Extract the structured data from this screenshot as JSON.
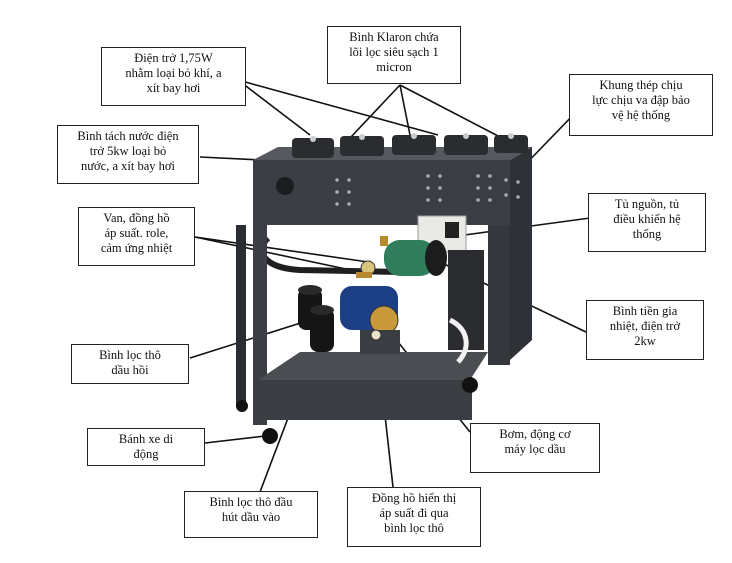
{
  "labels": {
    "resistor": "Điện trở 1,75W\nnhằm loại bỏ khí, a\nxít bay hơi",
    "klaron": "Bình Klaron chứa\nlõi lọc siêu sạch 1\nmicron",
    "frame": "Khung thép chịu\nlực chịu va đập bảo\nvệ hệ thống",
    "separator": "Bình  tách nước điện\ntrở 5kw loại bỏ\nnước, a xít bay hơi",
    "control_cabinet": "Tủ nguồn, tủ\nđiều khiển hệ\nthống",
    "valve": "Van, đồng hồ\náp suất. role,\ncảm ứng nhiệt",
    "preheater": "Bình tiền gia\nnhiệt, điện trở\n2kw",
    "coarse_filter_return": "Bình lọc thô\ndầu hồi",
    "wheels": "Bánh xe di\nđộng",
    "pump_motor": "Bơm, động cơ\nmáy lọc dầu",
    "coarse_filter_intake": "Bình lọc thô đầu\nhút dầu vào",
    "pressure_gauge": "Đồng hồ hiển thị\náp suất đi qua\nbình lọc thô"
  },
  "colors": {
    "frame_steel": "#3b3e44",
    "frame_dark": "#25282d",
    "pump_blue": "#1d3f86",
    "heater_green": "#2f7d5a",
    "brass": "#b88a2e",
    "filter_black": "#151515"
  }
}
